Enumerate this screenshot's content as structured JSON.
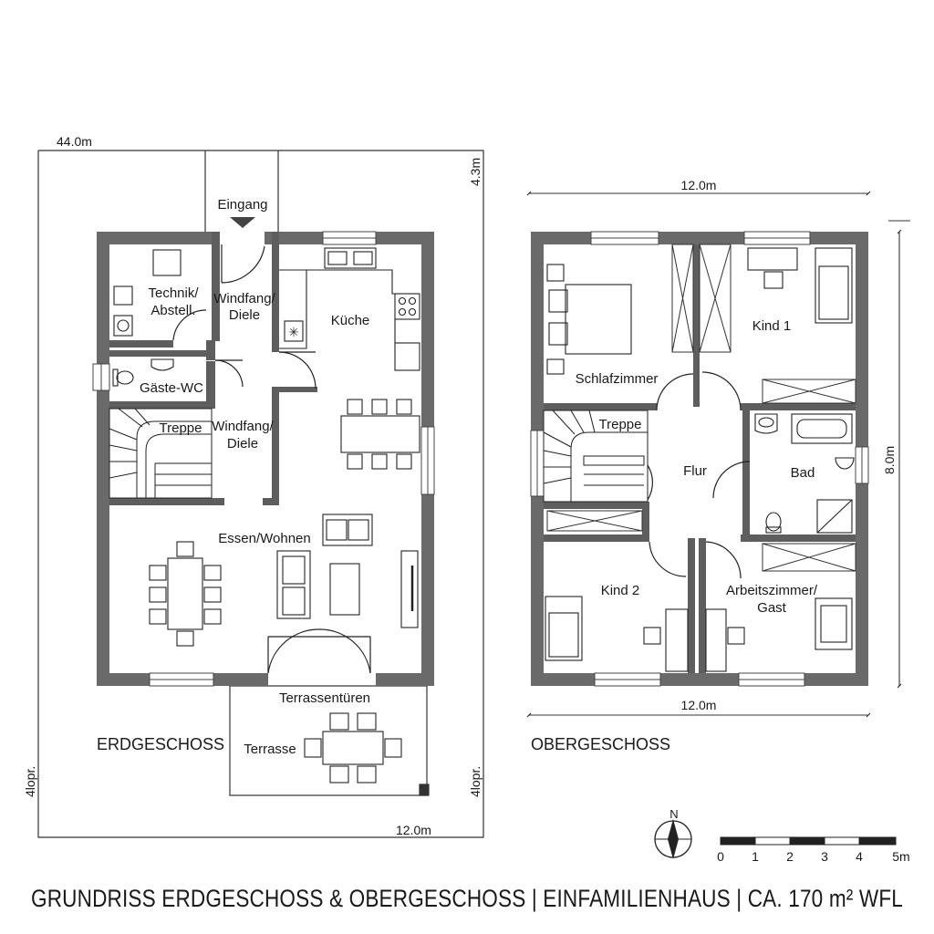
{
  "ground_floor": {
    "label": "ERDGESCHOSS",
    "entrance": "Eingang",
    "rooms": {
      "technik": [
        "Technik/",
        "Abstell."
      ],
      "windfang_top": [
        "Windfang/",
        "Diele"
      ],
      "kueche": "Küche",
      "gaeste_wc": "Gäste-WC",
      "treppe": "Treppe",
      "windfang_mid": [
        "Windfang/",
        "Diele"
      ],
      "essen_wohnen": "Essen/Wohnen",
      "terrassentueren": "Terrassentüren",
      "terrasse": "Terrasse"
    },
    "dimensions": {
      "top_left": "44.0m",
      "top_right": "4.3m",
      "left_side": "4lopr.",
      "right_side": "4lopr.",
      "bottom": "12.0m"
    }
  },
  "upper_floor": {
    "label": "OBERGESCHOSS",
    "rooms": {
      "schlafzimmer": "Schlafzimmer",
      "kind1": "Kind 1",
      "treppe": "Treppe",
      "flur": "Flur",
      "bad": "Bad",
      "kind2": "Kind 2",
      "arbeitszimmer": [
        "Arbeitszimmer/",
        "Gast"
      ]
    },
    "dimensions": {
      "top": "12.0m",
      "right": "8.0m",
      "bottom": "12.0m"
    }
  },
  "north_label": "N",
  "scale_labels": [
    "0",
    "1",
    "2",
    "3",
    "4",
    "5m"
  ],
  "footer_title": "GRUNDRISS ERDGESCHOSS & OBERGESCHOSS | EINFAMILIENHAUS | CA. 170 m² WFL"
}
